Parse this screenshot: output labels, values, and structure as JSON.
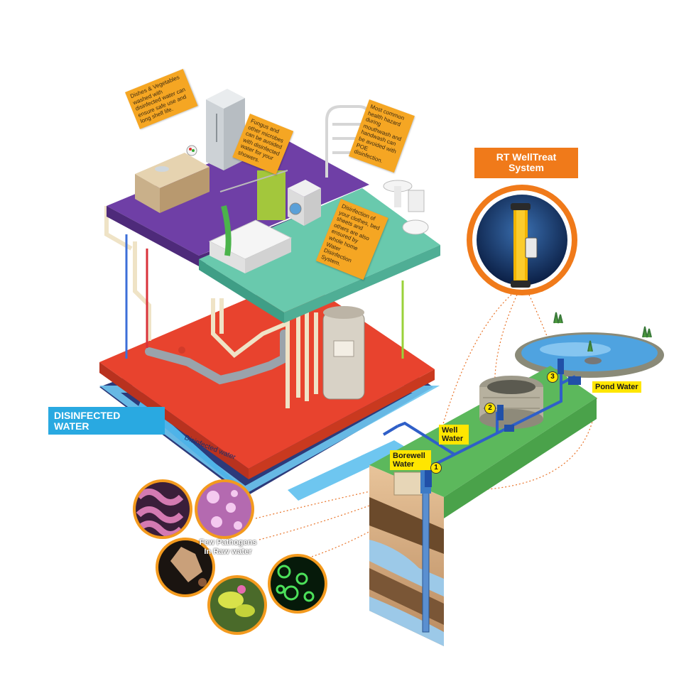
{
  "callouts": {
    "kitchen": "Dishes & Vegetables washed with disinfected water can ensure safe use and long shelf life.",
    "shower": "Fungus and other microbes can be avoided with disinfected water for your showers.",
    "mouth": "Most common health hazard during mouthwash and handwash can be avoided with POE disinfection.",
    "laundry": "Disinfection of your clothes, bed sheets and others are also ensured by whole home Water Disinfection System."
  },
  "product": {
    "title_line1": "RT WellTreat",
    "title_line2": "System"
  },
  "sources": {
    "pond": "Pond Water",
    "well": "Well Water",
    "borewell": "Borewell Water",
    "numbers": [
      "1",
      "2",
      "3"
    ]
  },
  "disinfected": {
    "line1": "DISINFECTED",
    "line2": "WATER",
    "pipe_label": "Disinfected water"
  },
  "pathogens": {
    "label": "Few Pathogens In Raw water"
  },
  "colors": {
    "purple_floor": "#6f3fa6",
    "teal_floor": "#69c9ad",
    "red_floor": "#e8432e",
    "orange_accent": "#f5a623",
    "blue_label": "#29a9e1",
    "grass": "#5cb85c"
  },
  "icons": [
    "fridge-icon",
    "sink-icon",
    "bathtub-icon",
    "washing-machine-icon",
    "toilet-icon",
    "water-heater-icon",
    "well-icon",
    "pond-icon",
    "filter-icon"
  ]
}
